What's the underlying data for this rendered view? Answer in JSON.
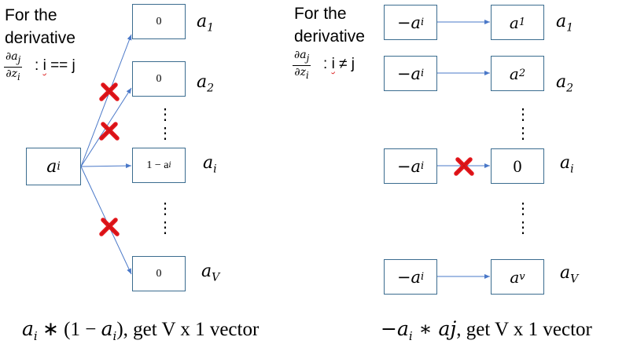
{
  "left": {
    "heading_line1": "For the",
    "heading_line2": "derivative",
    "frac_num": "∂a",
    "frac_num_sub": "j",
    "frac_den": "∂z",
    "frac_den_sub": "i",
    "colon": ":",
    "cond_i": "i",
    "cond_rest": " == j",
    "source": "a",
    "source_sub": "i",
    "boxes": [
      "0",
      "0",
      "1 − a",
      "0"
    ],
    "box3_sub": "i",
    "labels": [
      "a",
      "a",
      "a",
      "a"
    ],
    "label_subs": [
      "1",
      "2",
      "i",
      "V"
    ],
    "dots": "⋮",
    "formula_a": "a",
    "formula_a_sub": "i",
    "formula_mid": " ∗ (1 − ",
    "formula_b": "a",
    "formula_b_sub": "i",
    "formula_close": ")",
    "formula_text": ", get V x 1 vector"
  },
  "right": {
    "heading_line1": "For the",
    "heading_line2": "derivative",
    "frac_num": "∂a",
    "frac_num_sub": "j",
    "frac_den": "∂z",
    "frac_den_sub": "i",
    "colon": ":",
    "cond_i": "i",
    "cond_rest": " ≠ j",
    "sources": [
      "−a",
      "−a",
      "−a",
      "−a"
    ],
    "source_sub": "i",
    "targets": [
      "a",
      "a",
      "0",
      "a"
    ],
    "target_subs": [
      "1",
      "2",
      "",
      "v"
    ],
    "labels": [
      "a",
      "a",
      "a",
      "a"
    ],
    "label_subs": [
      "1",
      "2",
      "i",
      "V"
    ],
    "dots": "⋮",
    "formula_a": "−a",
    "formula_a_sub": "i",
    "formula_mid": " ∗ aj",
    "formula_text": ", get V x 1 vector"
  },
  "colors": {
    "arrow": "#4a78c8",
    "box_border": "#3b6c8f",
    "cross": "#e3161b"
  }
}
